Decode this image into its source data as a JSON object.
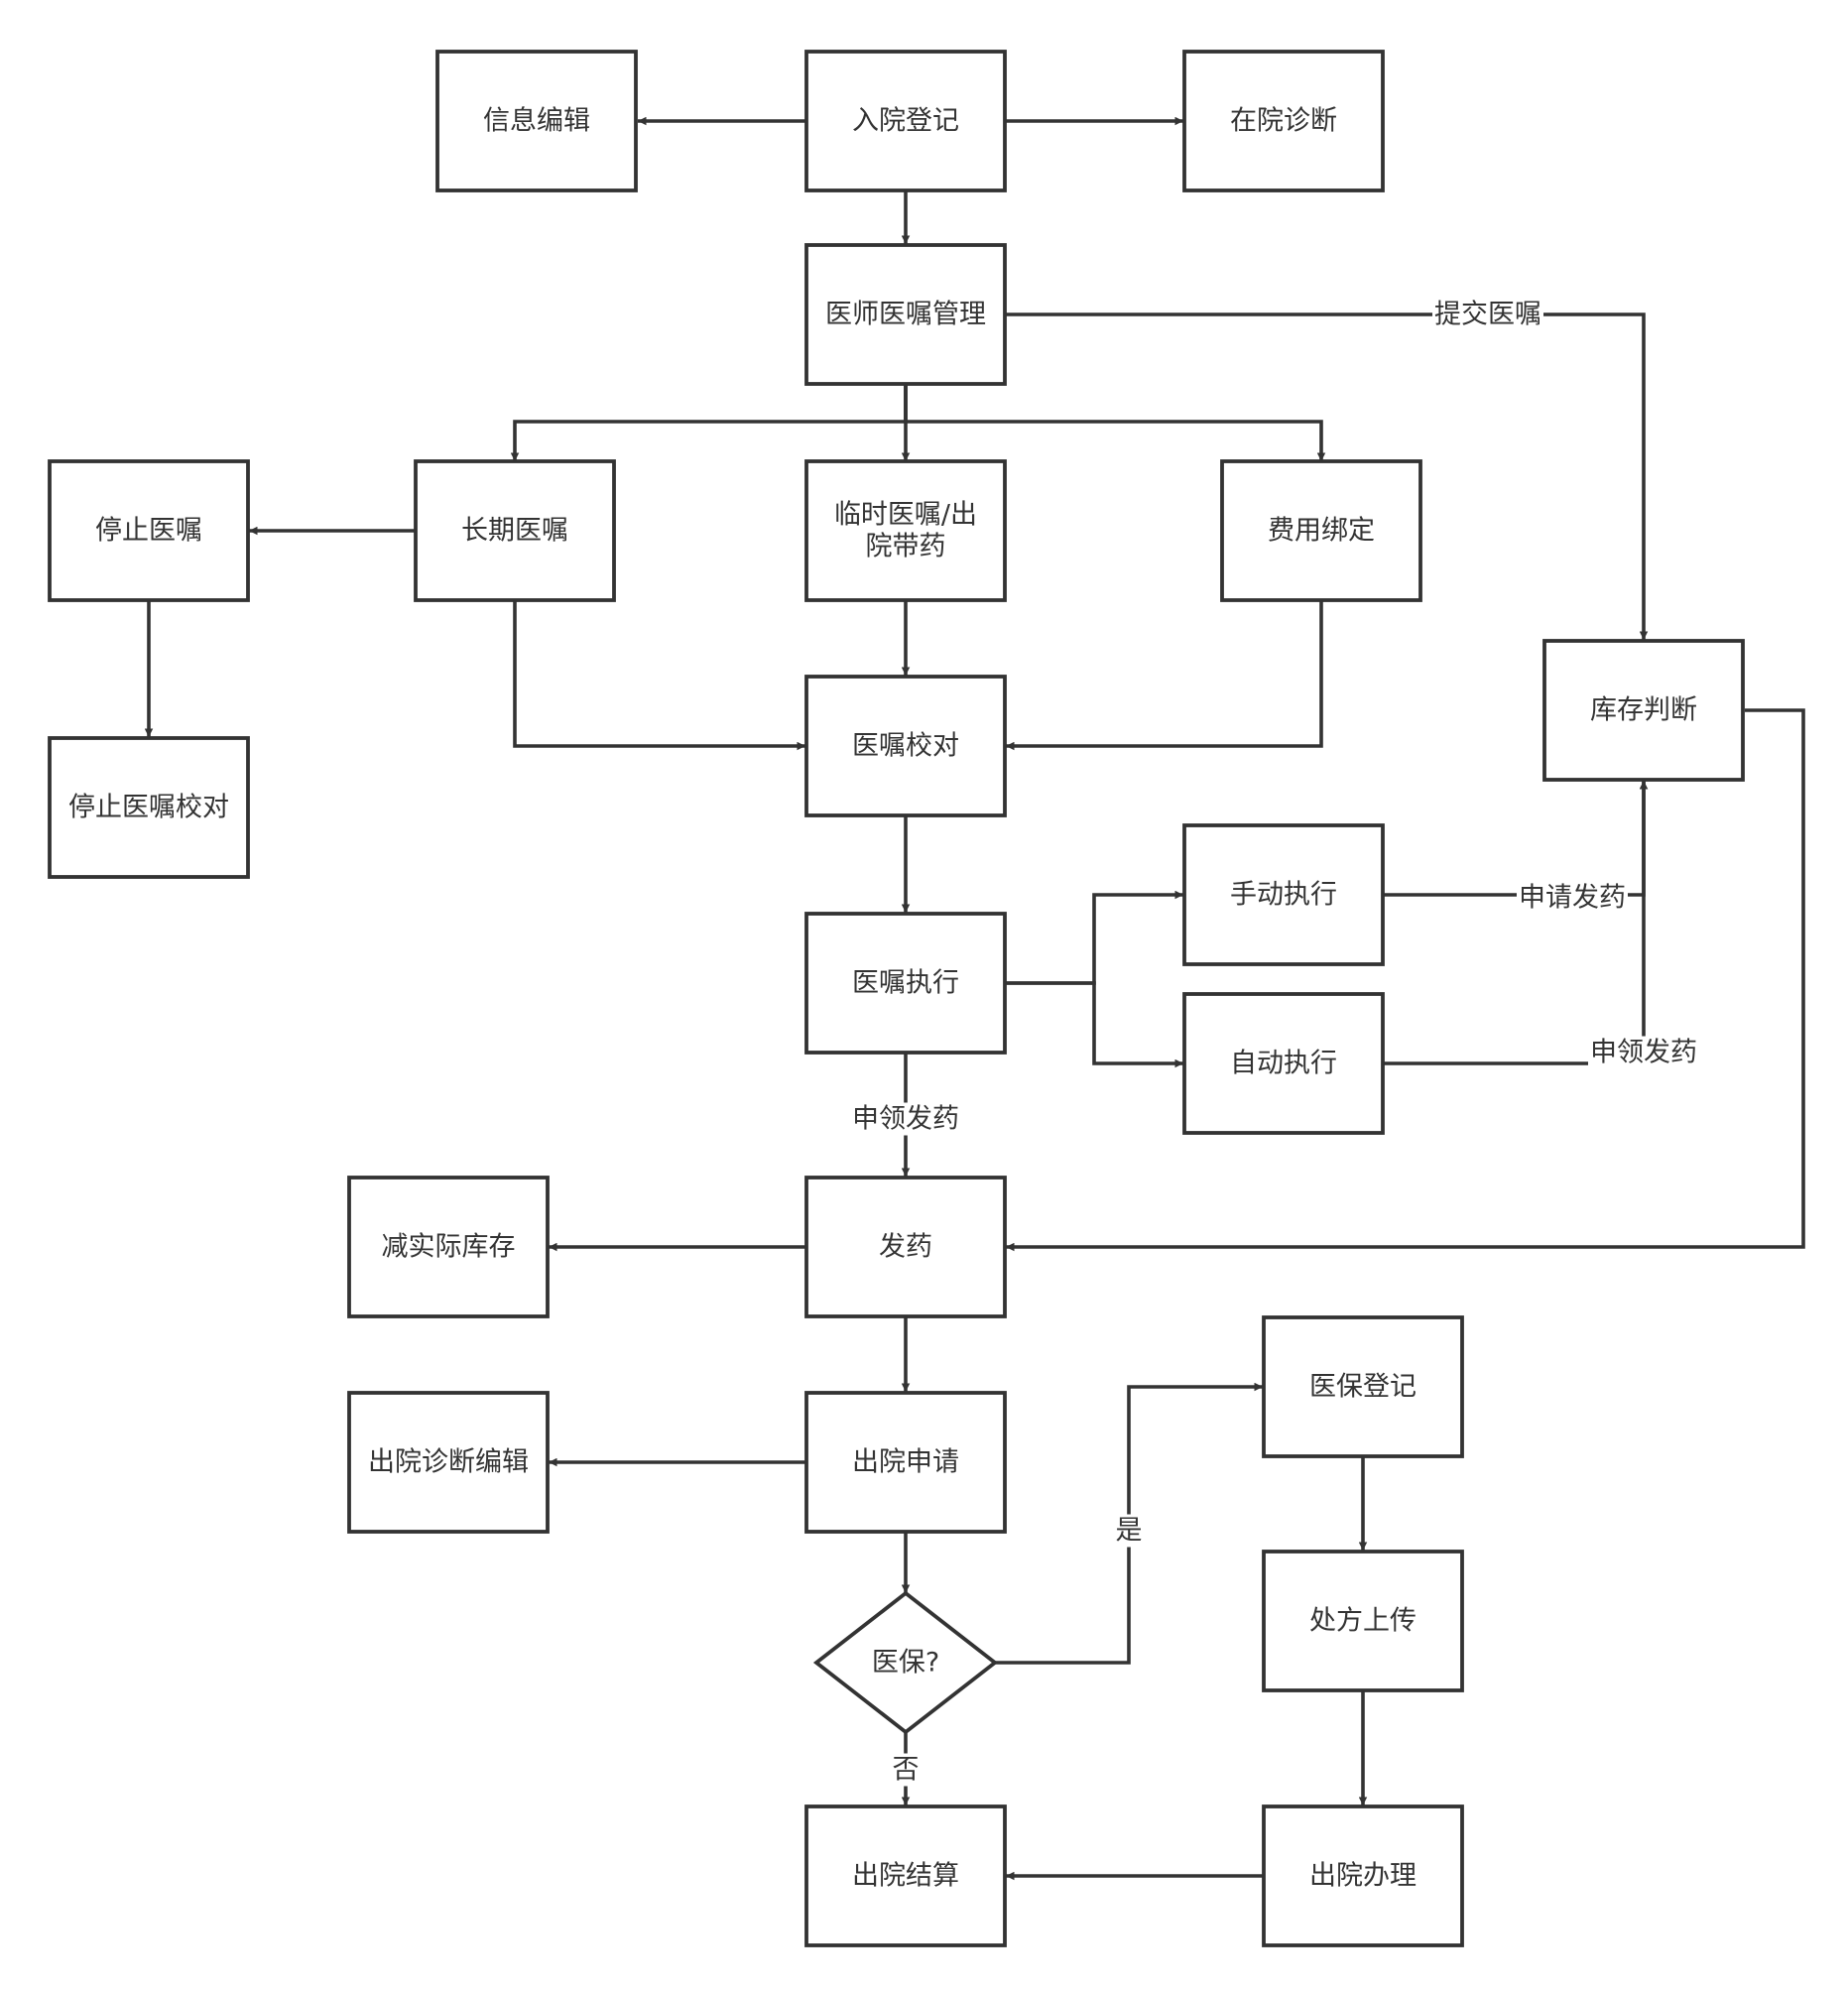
{
  "diagram": {
    "type": "flowchart",
    "nodes": [
      {
        "id": "xinxi_bianji",
        "label": "信息编辑",
        "shape": "rect"
      },
      {
        "id": "ruyuan_dengji",
        "label": "入院登记",
        "shape": "rect"
      },
      {
        "id": "zaiyuan_zhenduan",
        "label": "在院诊断",
        "shape": "rect"
      },
      {
        "id": "yishi_yizhu",
        "label": "医师医嘱管理",
        "shape": "rect"
      },
      {
        "id": "tingzhi_yizhu",
        "label": "停止医嘱",
        "shape": "rect"
      },
      {
        "id": "changqi_yizhu",
        "label": "长期医嘱",
        "shape": "rect"
      },
      {
        "id": "linshi_yizhu",
        "label": "临时医嘱/出院带药",
        "shape": "rect",
        "lines": [
          "临时医嘱/出",
          "院带药"
        ]
      },
      {
        "id": "feiyong_bangding",
        "label": "费用绑定",
        "shape": "rect"
      },
      {
        "id": "kucun_panduan",
        "label": "库存判断",
        "shape": "rect"
      },
      {
        "id": "tingzhi_jiaodui",
        "label": "停止医嘱校对",
        "shape": "rect"
      },
      {
        "id": "yizhu_jiaodui",
        "label": "医嘱校对",
        "shape": "rect"
      },
      {
        "id": "shoudong_zhixing",
        "label": "手动执行",
        "shape": "rect"
      },
      {
        "id": "yizhu_zhixing",
        "label": "医嘱执行",
        "shape": "rect"
      },
      {
        "id": "zidong_zhixing",
        "label": "自动执行",
        "shape": "rect"
      },
      {
        "id": "jian_kucun",
        "label": "减实际库存",
        "shape": "rect"
      },
      {
        "id": "fayao",
        "label": "发药",
        "shape": "rect"
      },
      {
        "id": "yibao_dengji",
        "label": "医保登记",
        "shape": "rect"
      },
      {
        "id": "chuyuan_zhenduan",
        "label": "出院诊断编辑",
        "shape": "rect"
      },
      {
        "id": "chuyuan_shenqing",
        "label": "出院申请",
        "shape": "rect"
      },
      {
        "id": "chufang_shangchuan",
        "label": "处方上传",
        "shape": "rect"
      },
      {
        "id": "yibao_q",
        "label": "医保?",
        "shape": "diamond"
      },
      {
        "id": "chuyuan_jiesuan",
        "label": "出院结算",
        "shape": "rect"
      },
      {
        "id": "chuyuan_banli",
        "label": "出院办理",
        "shape": "rect"
      }
    ],
    "edges": [
      {
        "from": "ruyuan_dengji",
        "to": "xinxi_bianji",
        "label": ""
      },
      {
        "from": "ruyuan_dengji",
        "to": "zaiyuan_zhenduan",
        "label": ""
      },
      {
        "from": "ruyuan_dengji",
        "to": "yishi_yizhu",
        "label": ""
      },
      {
        "from": "yishi_yizhu",
        "to": "kucun_panduan",
        "label": "提交医嘱"
      },
      {
        "from": "yishi_yizhu",
        "to": "changqi_yizhu",
        "label": ""
      },
      {
        "from": "yishi_yizhu",
        "to": "linshi_yizhu",
        "label": ""
      },
      {
        "from": "yishi_yizhu",
        "to": "feiyong_bangding",
        "label": ""
      },
      {
        "from": "changqi_yizhu",
        "to": "tingzhi_yizhu",
        "label": ""
      },
      {
        "from": "tingzhi_yizhu",
        "to": "tingzhi_jiaodui",
        "label": ""
      },
      {
        "from": "changqi_yizhu",
        "to": "yizhu_jiaodui",
        "label": ""
      },
      {
        "from": "linshi_yizhu",
        "to": "yizhu_jiaodui",
        "label": ""
      },
      {
        "from": "feiyong_bangding",
        "to": "yizhu_jiaodui",
        "label": ""
      },
      {
        "from": "yizhu_jiaodui",
        "to": "yizhu_zhixing",
        "label": ""
      },
      {
        "from": "yizhu_zhixing",
        "to": "shoudong_zhixing",
        "label": ""
      },
      {
        "from": "yizhu_zhixing",
        "to": "zidong_zhixing",
        "label": ""
      },
      {
        "from": "shoudong_zhixing",
        "to": "kucun_panduan",
        "label": "申请发药"
      },
      {
        "from": "zidong_zhixing",
        "to": "kucun_panduan",
        "label": "申领发药"
      },
      {
        "from": "kucun_panduan",
        "to": "fayao",
        "label": ""
      },
      {
        "from": "yizhu_zhixing",
        "to": "fayao",
        "label": "申领发药"
      },
      {
        "from": "fayao",
        "to": "jian_kucun",
        "label": ""
      },
      {
        "from": "fayao",
        "to": "chuyuan_shenqing",
        "label": ""
      },
      {
        "from": "chuyuan_shenqing",
        "to": "chuyuan_zhenduan",
        "label": ""
      },
      {
        "from": "chuyuan_shenqing",
        "to": "yibao_q",
        "label": ""
      },
      {
        "from": "yibao_q",
        "to": "yibao_dengji",
        "label": "是"
      },
      {
        "from": "yibao_q",
        "to": "chuyuan_jiesuan",
        "label": "否"
      },
      {
        "from": "yibao_dengji",
        "to": "chufang_shangchuan",
        "label": ""
      },
      {
        "from": "chufang_shangchuan",
        "to": "chuyuan_banli",
        "label": ""
      },
      {
        "from": "chuyuan_banli",
        "to": "chuyuan_jiesuan",
        "label": ""
      }
    ]
  }
}
